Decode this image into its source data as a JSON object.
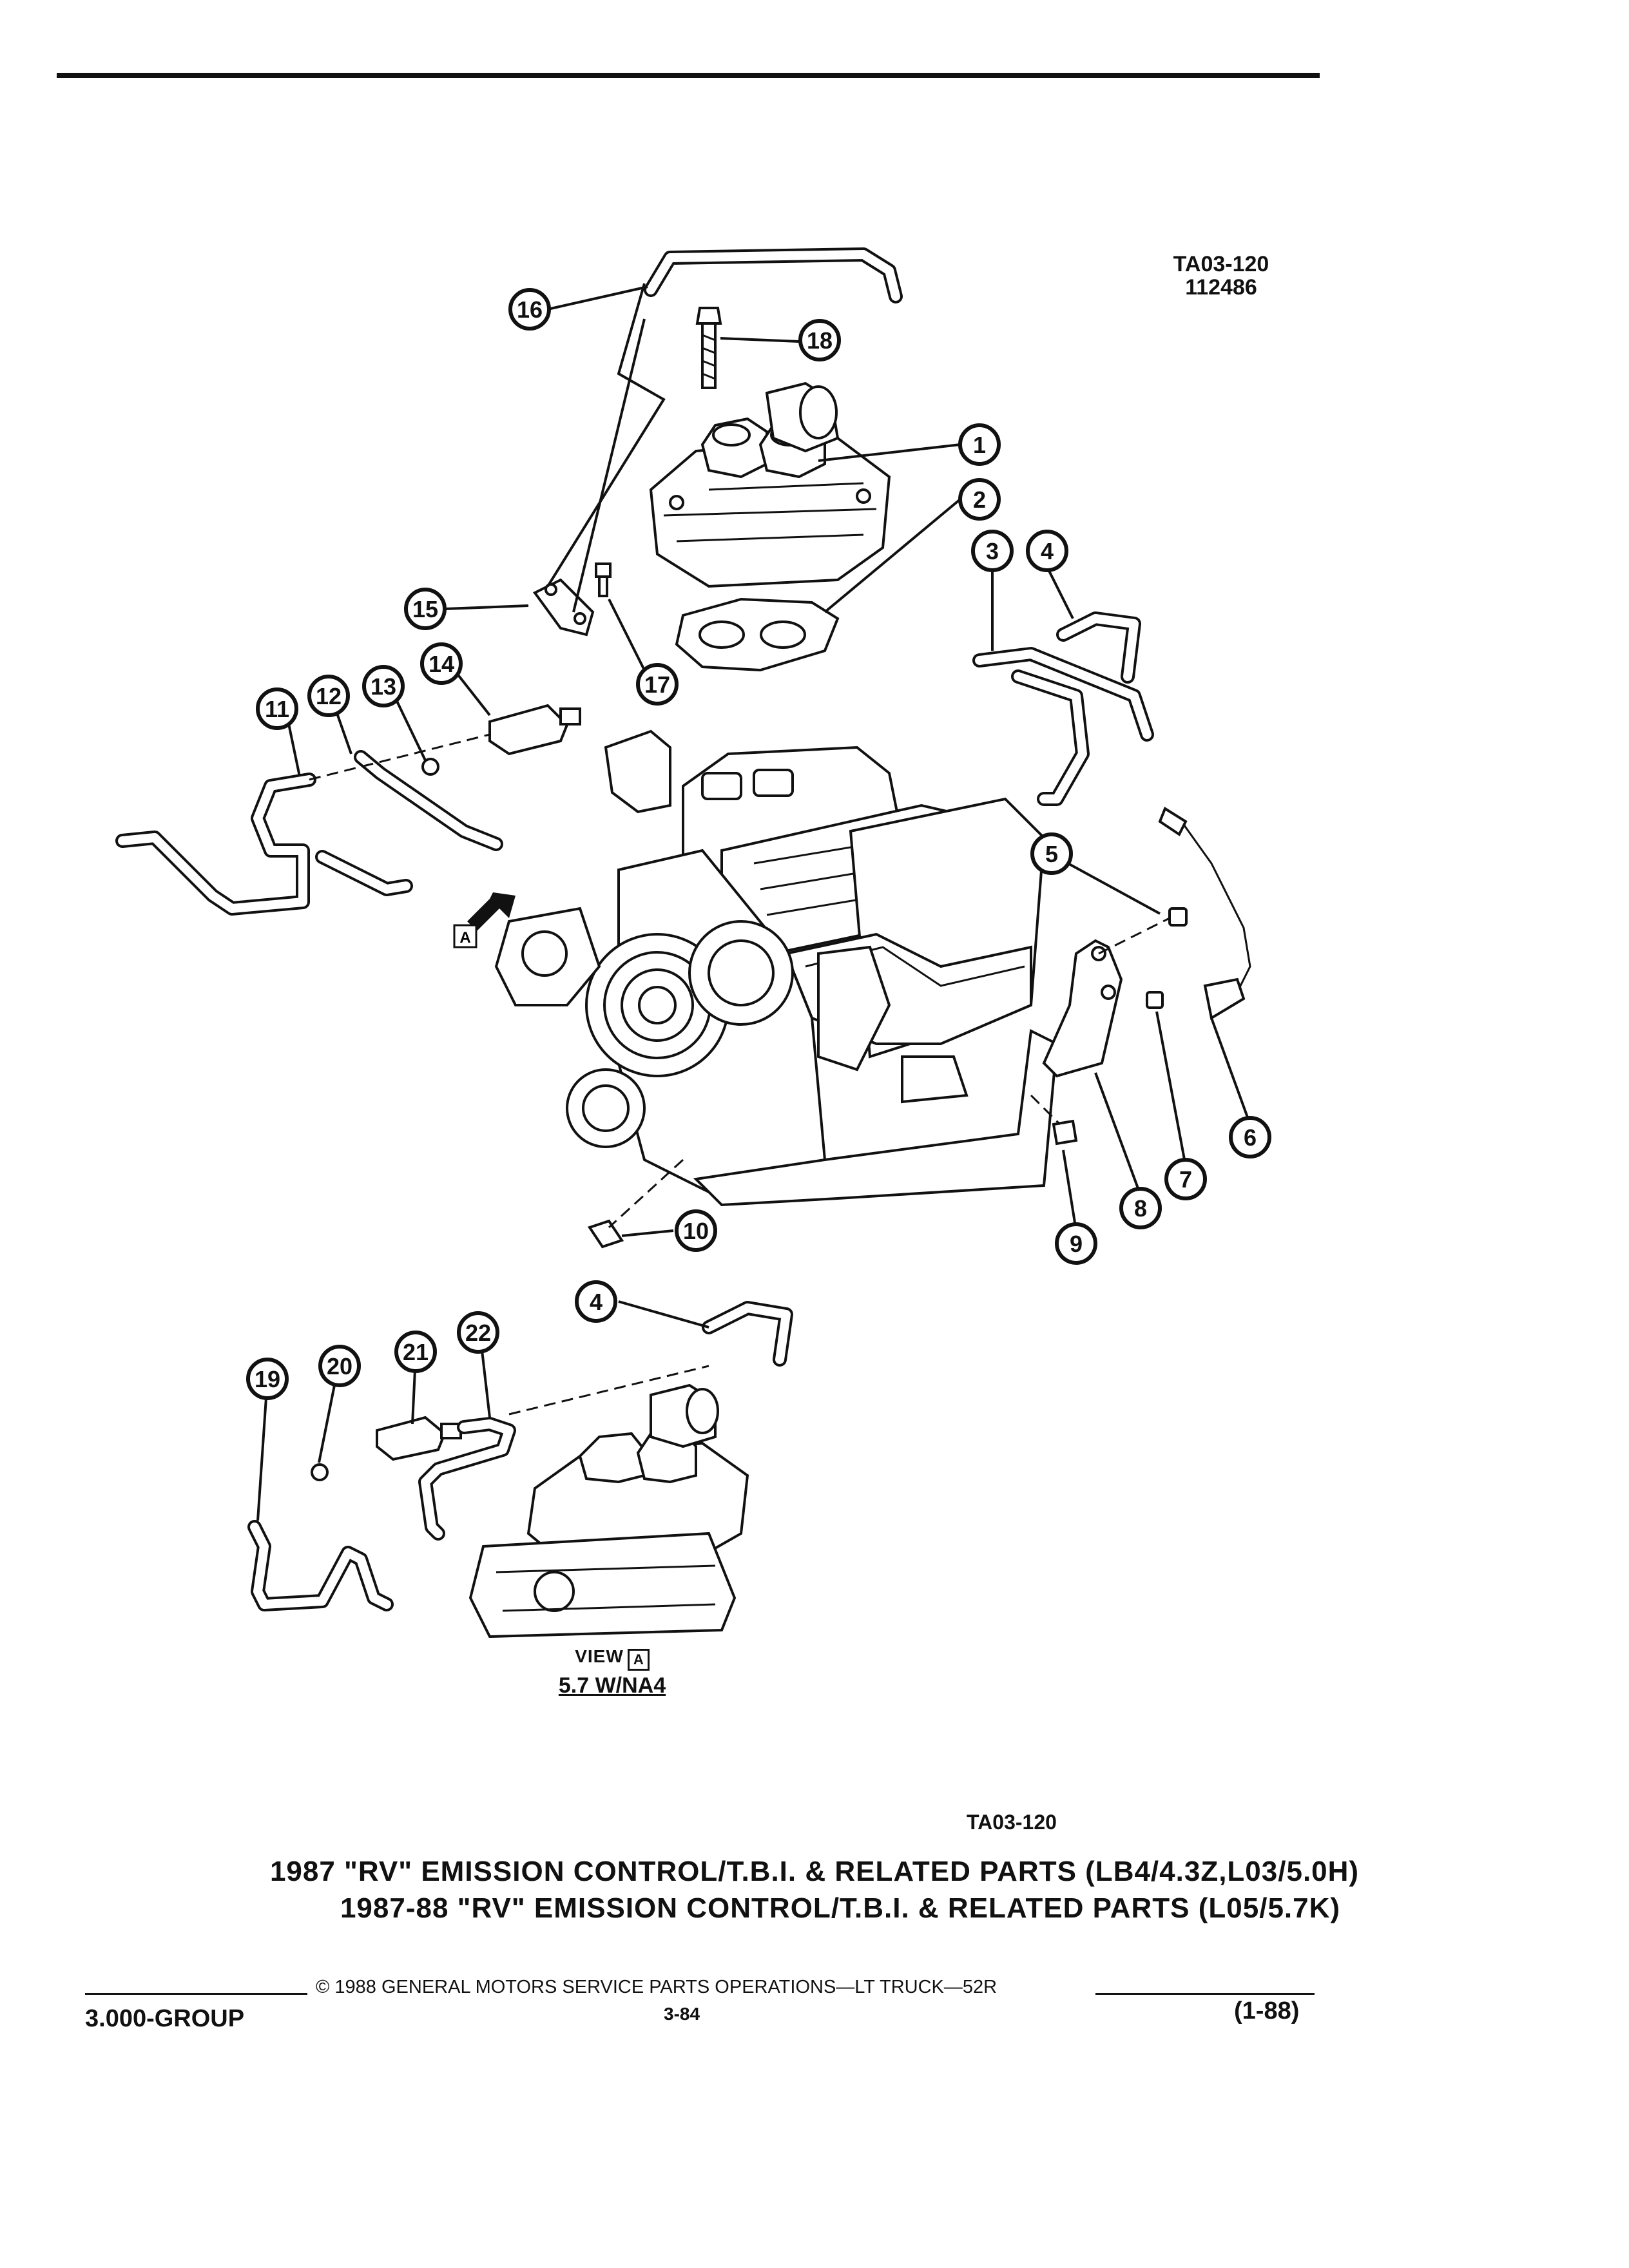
{
  "drawing_code_top": "TA03-120",
  "drawing_number": "112486",
  "callouts": [
    "1",
    "2",
    "3",
    "4",
    "5",
    "6",
    "7",
    "8",
    "9",
    "10",
    "11",
    "12",
    "13",
    "14",
    "15",
    "16",
    "17",
    "18",
    "19",
    "20",
    "21",
    "22"
  ],
  "view_marker": "A",
  "view": {
    "label": "VIEW",
    "marker": "A",
    "subtitle": "5.7 W/NA4"
  },
  "drawing_code_bottom": "TA03-120",
  "title_line_1": "1987 \"RV\" EMISSION CONTROL/T.B.I. & RELATED PARTS (LB4/4.3Z,L03/5.0H)",
  "title_line_2": "1987-88 \"RV\" EMISSION CONTROL/T.B.I. & RELATED PARTS (L05/5.7K)",
  "footer": {
    "copyright": "© 1988 GENERAL MOTORS SERVICE PARTS OPERATIONS—LT TRUCK—52R",
    "group": "3.000-GROUP",
    "page": "3-84",
    "revision": "(1-88)"
  }
}
